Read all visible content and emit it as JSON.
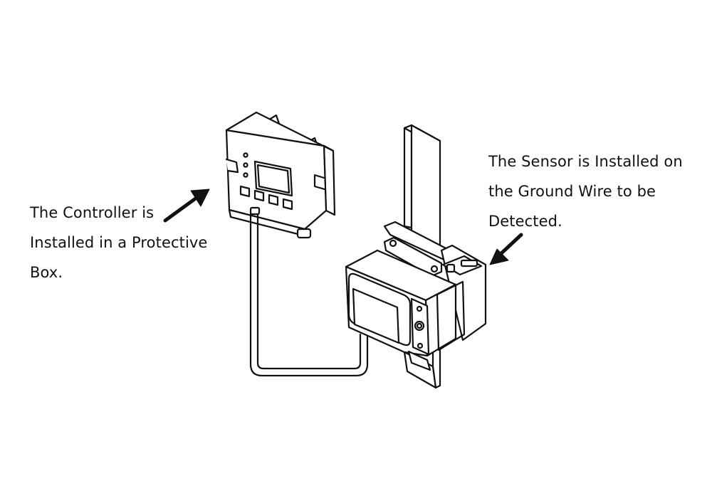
{
  "callouts": {
    "controller": {
      "lines": [
        "The Controller is",
        "Installed in a Protective",
        "Box."
      ]
    },
    "sensor": {
      "lines": [
        "The Sensor is Installed on",
        "the Ground Wire to be",
        "Detected."
      ]
    }
  },
  "icons": {
    "controller_arrow": "arrow-up-right-icon",
    "sensor_arrow": "arrow-down-left-icon"
  },
  "colors": {
    "line": "#111111",
    "background": "#ffffff"
  }
}
